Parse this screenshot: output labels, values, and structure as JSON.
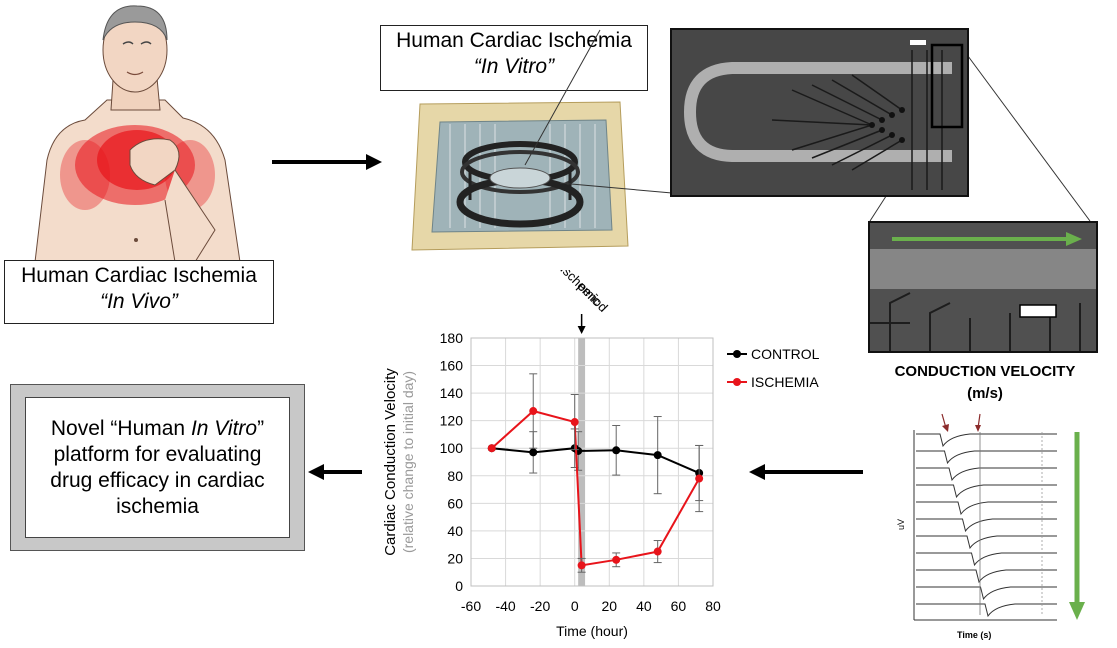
{
  "in_vivo_box": {
    "line1": "Human Cardiac Ischemia",
    "line2": "“In Vivo”"
  },
  "in_vitro_box": {
    "line1": "Human Cardiac Ischemia",
    "line2": "“In Vitro”"
  },
  "novel_box": {
    "line1_pre": "Novel “Human ",
    "line1_italic": "In Vitro",
    "line1_post": "”",
    "line2": "platform for evaluating",
    "line3": "drug efficacy in cardiac",
    "line4": "ischemia"
  },
  "conduction_velocity": {
    "title": "CONDUCTION VELOCITY",
    "unit": "(m/s)"
  },
  "trace_panel": {
    "ylabel": "uV",
    "xlabel": "Time (s)"
  },
  "colors": {
    "control": "#000000",
    "ischemia": "#e8141b",
    "green_arrow": "#6ab04c",
    "ischemic_band": "#bdbdbd"
  },
  "chart_data": {
    "type": "line",
    "ylabel": "Cardiac Conduction Velocity",
    "ylabel_sub": "(relative change to initial day)",
    "xlabel": "Time (hour)",
    "xlim": [
      -60,
      80
    ],
    "ylim": [
      0,
      180
    ],
    "xticks": [
      -60,
      -40,
      -20,
      0,
      20,
      40,
      60,
      80
    ],
    "yticks": [
      0,
      20,
      40,
      60,
      80,
      100,
      120,
      140,
      160,
      180
    ],
    "grid": true,
    "legend_position": "top-right",
    "annotation": {
      "line1": "Ischemic",
      "line2": "period"
    },
    "ischemic_period": [
      2,
      6
    ],
    "series": [
      {
        "name": "CONTROL",
        "color": "#000000",
        "x": [
          -48,
          -24,
          0,
          2,
          24,
          48,
          72
        ],
        "y": [
          100,
          97,
          100,
          98,
          98.5,
          95,
          82
        ],
        "err": [
          0,
          15,
          14,
          14,
          18,
          28,
          20
        ]
      },
      {
        "name": "ISCHEMIA",
        "color": "#e8141b",
        "x": [
          -48,
          -24,
          0,
          4,
          24,
          48,
          72
        ],
        "y": [
          100,
          127,
          119,
          15,
          19,
          25,
          78
        ],
        "err": [
          0,
          27,
          20,
          5,
          5,
          8,
          24
        ]
      }
    ]
  }
}
